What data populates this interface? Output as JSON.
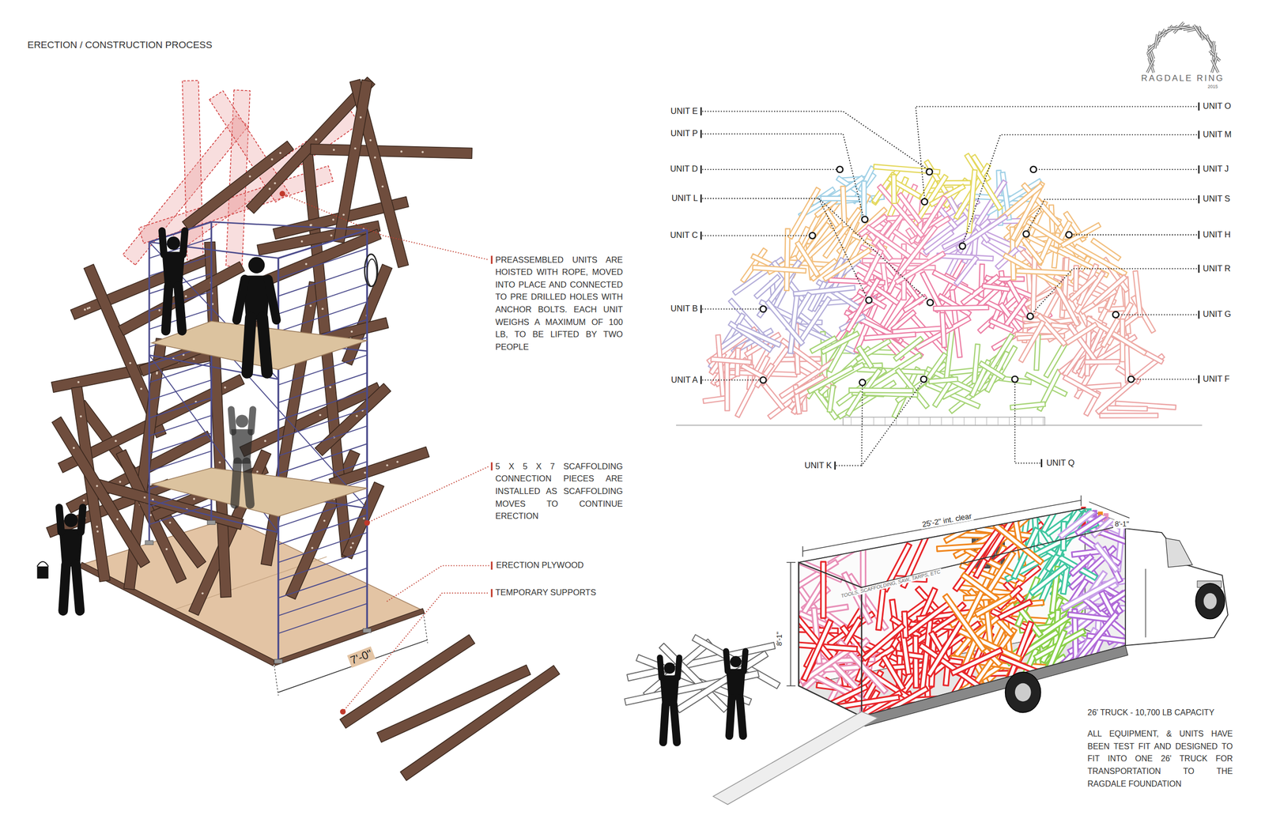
{
  "diagram": {
    "title": "ERECTION / CONSTRUCTION PROCESS",
    "labels": [
      "RAGDALE RING",
      "2015",
      "PREASSEMBLED UNITS ARE HOISTED WITH ROPE, MOVED INTO PLACE AND CONNECTED TO PRE DRILLED HOLES WITH ANCHOR BOLTS. EACH UNIT WEIGHS A MAXIMUM OF 100 LB, TO BE LIFTED BY TWO PEOPLE",
      "5 X 5 X 7 SCAFFOLDING CONNECTION PIECES ARE INSTALLED AS SCAFFOLDING MOVES TO CONTINUE ERECTION",
      "ERECTION PLYWOOD",
      "TEMPORARY SUPPORTS",
      "7'-0\"",
      "UNIT E",
      "UNIT P",
      "UNIT D",
      "UNIT L",
      "UNIT C",
      "UNIT B",
      "UNIT A",
      "UNIT K",
      "UNIT O",
      "UNIT M",
      "UNIT J",
      "UNIT S",
      "UNIT H",
      "UNIT R",
      "UNIT G",
      "UNIT F",
      "UNIT Q",
      "25'-2\" int. clear",
      "8'-1\"",
      "8'-1\"",
      "TOOLS, SCAFFOLDING, SAW, TARPS, ETC",
      "26' TRUCK - 10,700 LB CAPACITY",
      "ALL EQUIPMENT, & UNITS HAVE BEEN TEST FIT AND DESIGNED TO FIT INTO ONE 26' TRUCK FOR TRANSPORTATION TO THE RAGDALE FOUNDATION"
    ]
  }
}
